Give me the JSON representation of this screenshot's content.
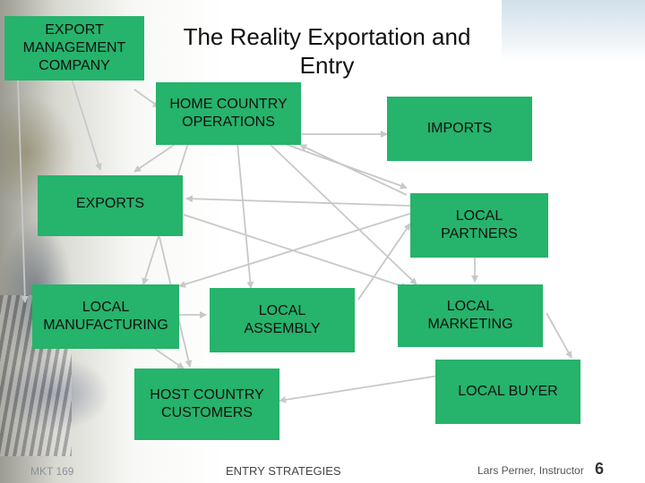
{
  "title": "The Reality Exportation and Entry",
  "boxes": {
    "export_mgmt": "EXPORT MANAGEMENT COMPANY",
    "home_country": "HOME COUNTRY OPERATIONS",
    "imports": "IMPORTS",
    "exports": "EXPORTS",
    "local_partners": "LOCAL PARTNERS",
    "local_manufacturing": "LOCAL MANUFACTURING",
    "local_assembly": "LOCAL ASSEMBLY",
    "local_marketing": "LOCAL MARKETING",
    "host_customers": "HOST COUNTRY CUSTOMERS",
    "local_buyer": "LOCAL BUYER"
  },
  "footer": {
    "left": "MKT 169",
    "center": "ENTRY STRATEGIES",
    "right": "Lars Perner, Instructor",
    "page": "6"
  },
  "colors": {
    "box_fill": "#26b36b",
    "arrow": "#c8c8c8"
  }
}
